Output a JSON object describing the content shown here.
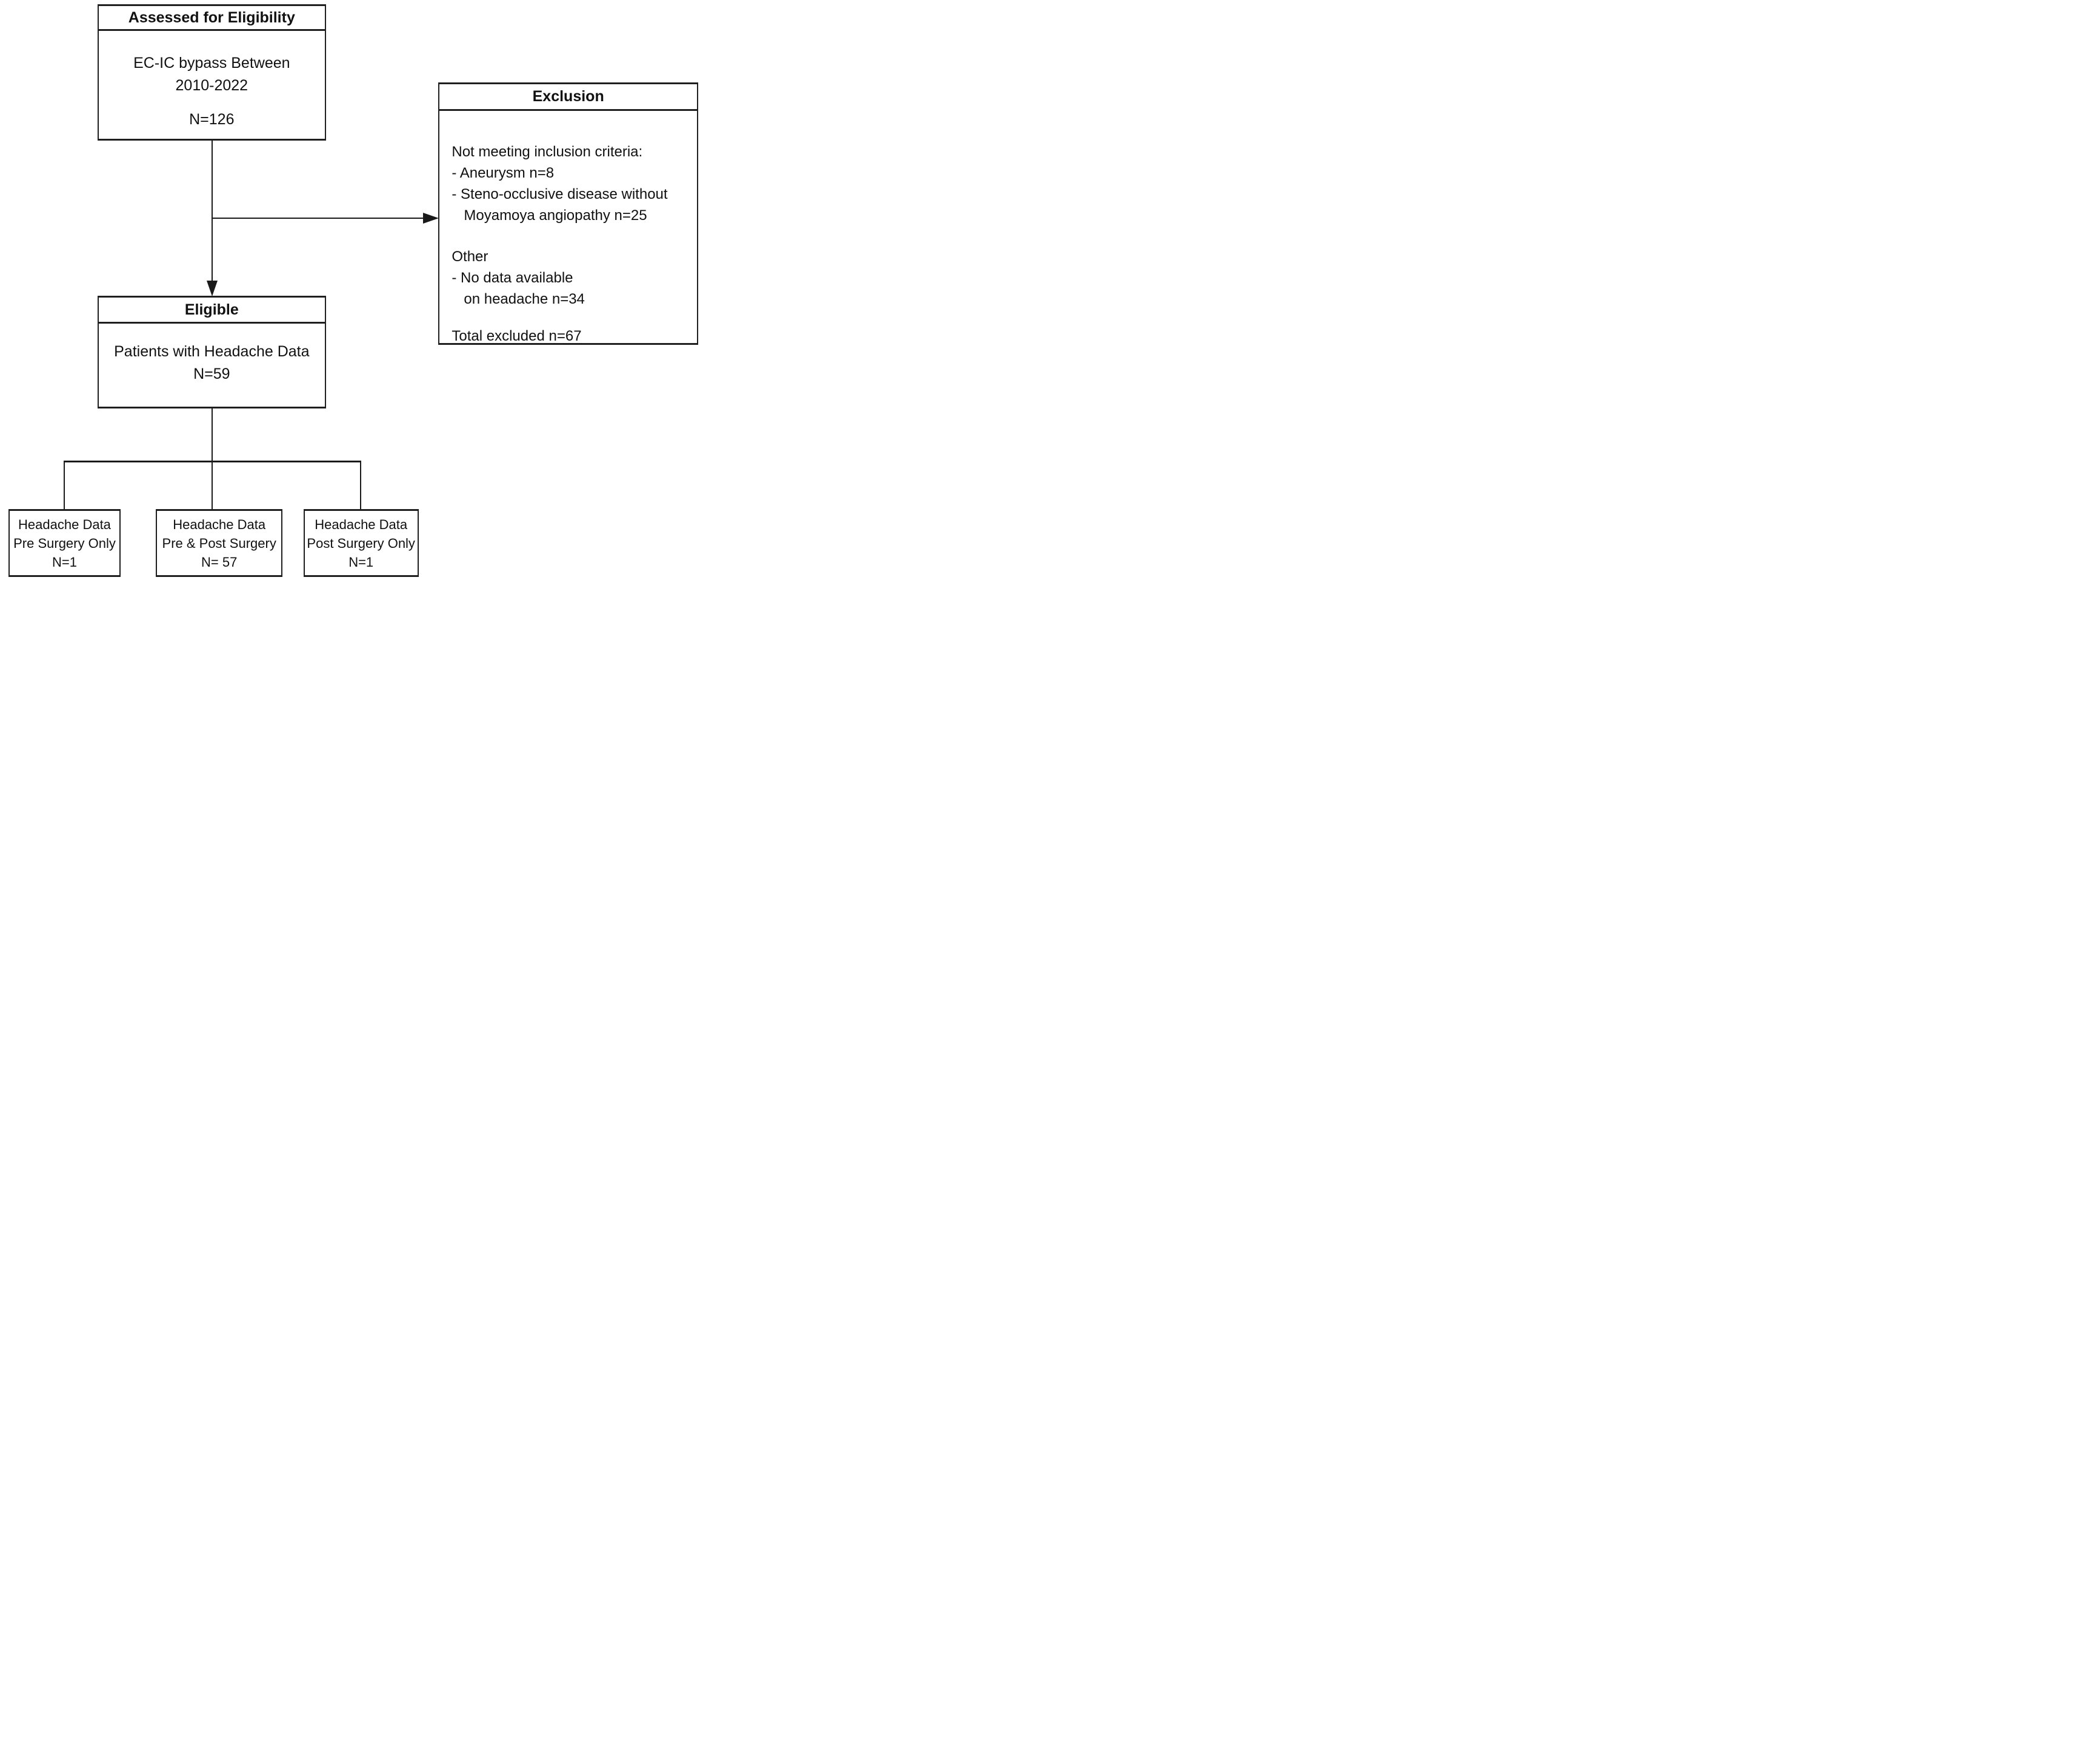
{
  "colors": {
    "background": "#ffffff",
    "line": "#1a1a1a",
    "text": "#111111"
  },
  "boxes": {
    "assessed": {
      "header": "Assessed for Eligibility",
      "body_line1": "EC-IC bypass Between",
      "body_line2": "2010-2022",
      "n": "N=126"
    },
    "exclusion": {
      "header": "Exclusion",
      "lines": [
        "Not meeting inclusion criteria:",
        "- Aneurysm n=8",
        "- Steno-occlusive disease without",
        "Moyamoya angiopathy n=25",
        "Other",
        "- No data available",
        "on headache n=34",
        "Total excluded n=67"
      ]
    },
    "eligible": {
      "header": "Eligible",
      "body_line1": "Patients with Headache Data",
      "n": "N=59"
    },
    "outcomes": [
      {
        "line1": "Headache Data",
        "line2": "Pre Surgery Only",
        "n": "N=1"
      },
      {
        "line1": "Headache Data",
        "line2": "Pre & Post Surgery",
        "n": "N= 57"
      },
      {
        "line1": "Headache Data",
        "line2": "Post Surgery Only",
        "n": "N=1"
      }
    ]
  }
}
